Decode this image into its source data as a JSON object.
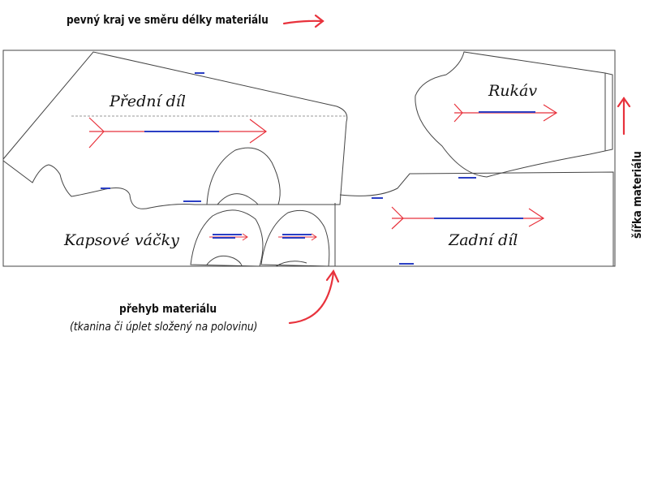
{
  "labels": {
    "top": "pevný kraj ve směru délky materiálu",
    "fold_title": "přehyb materiálu",
    "fold_subtitle": "(tkanina či úplet složený na polovinu)",
    "width": "šířka materiálu"
  },
  "pieces": {
    "front": "Přední díl",
    "sleeve": "Rukáv",
    "pockets": "Kapsové váčky",
    "back": "Zadní díl"
  },
  "colors": {
    "arrow_red": "#e8323c",
    "outline": "#333333",
    "notes_blue": "#2b3fc4"
  }
}
